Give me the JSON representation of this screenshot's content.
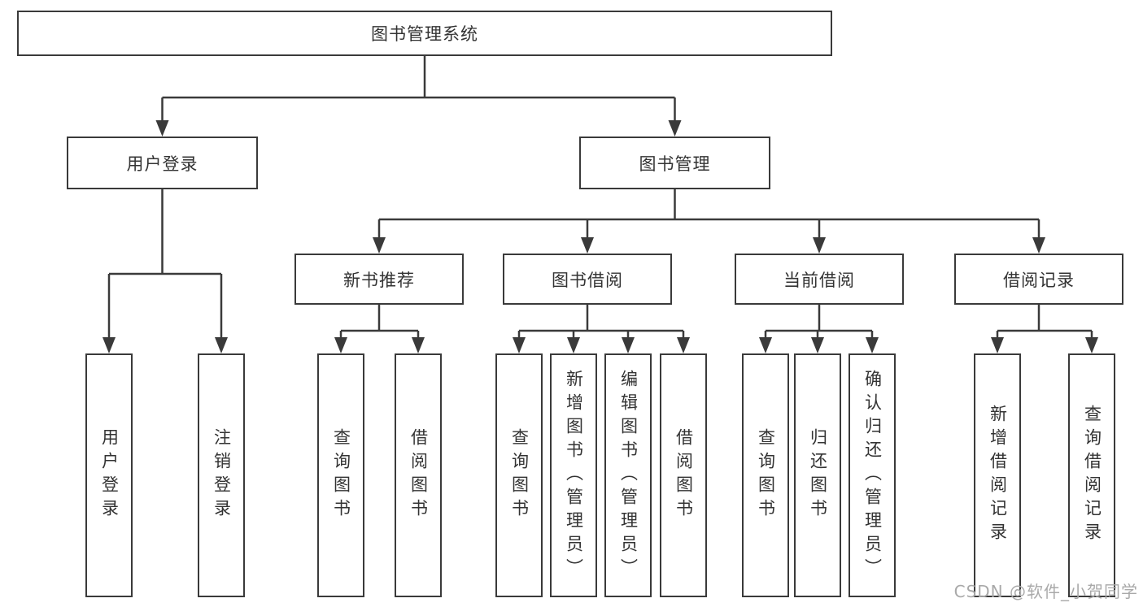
{
  "diagram_title": "图书管理系统",
  "tree": {
    "label": "图书管理系统",
    "children": [
      {
        "label": "用户登录",
        "children": [
          {
            "label": "用户登录"
          },
          {
            "label": "注销登录"
          }
        ]
      },
      {
        "label": "图书管理",
        "children": [
          {
            "label": "新书推荐",
            "children": [
              {
                "label": "查询图书"
              },
              {
                "label": "借阅图书"
              }
            ]
          },
          {
            "label": "图书借阅",
            "children": [
              {
                "label": "查询图书"
              },
              {
                "label": "新增图书（管理员）"
              },
              {
                "label": "编辑图书（管理员）"
              },
              {
                "label": "借阅图书"
              }
            ]
          },
          {
            "label": "当前借阅",
            "children": [
              {
                "label": "查询图书"
              },
              {
                "label": "归还图书"
              },
              {
                "label": "确认归还（管理员）"
              }
            ]
          },
          {
            "label": "借阅记录",
            "children": [
              {
                "label": "新增借阅记录"
              },
              {
                "label": "查询借阅记录"
              }
            ]
          }
        ]
      }
    ]
  },
  "watermark": {
    "text": "CSDN @软件_小贺同学"
  },
  "colors": {
    "line": "#3a3a3a",
    "text": "#333333",
    "box_background": "#ffffff",
    "background": "#ffffff",
    "watermark": "#a9a9a9"
  }
}
